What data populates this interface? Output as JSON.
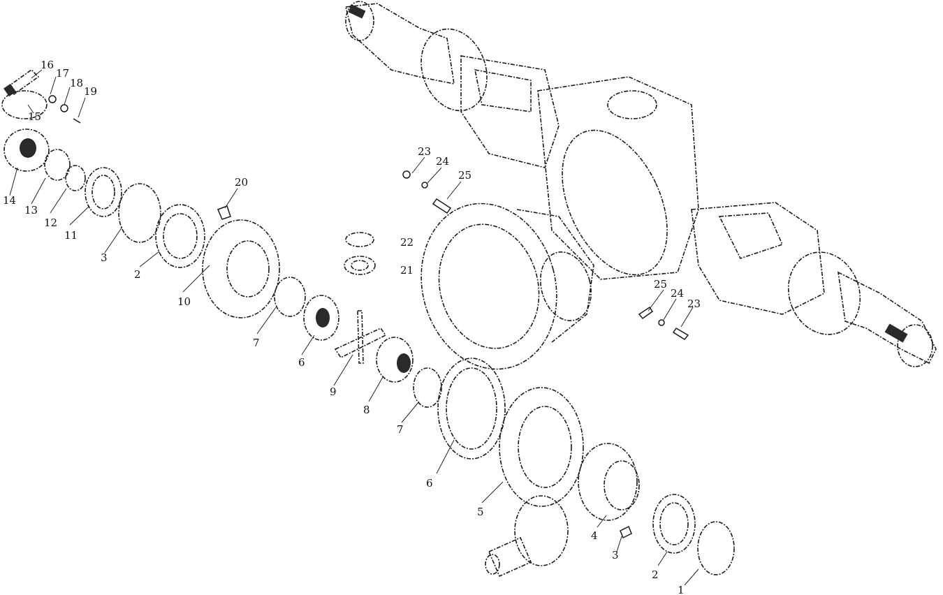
{
  "labels": {
    "p1": "1",
    "p2": "2",
    "p3": "3",
    "p4": "4",
    "p5": "5",
    "p6": "6",
    "p7": "7",
    "p8": "8",
    "p9": "9",
    "p10": "10",
    "p11": "11",
    "p12": "12",
    "p13": "13",
    "p14": "14",
    "p15": "15",
    "p16": "16",
    "p17": "17",
    "p18": "18",
    "p19": "19",
    "p20": "20",
    "p21": "21",
    "p22": "22",
    "p23": "23",
    "p24": "24",
    "p25": "25"
  }
}
